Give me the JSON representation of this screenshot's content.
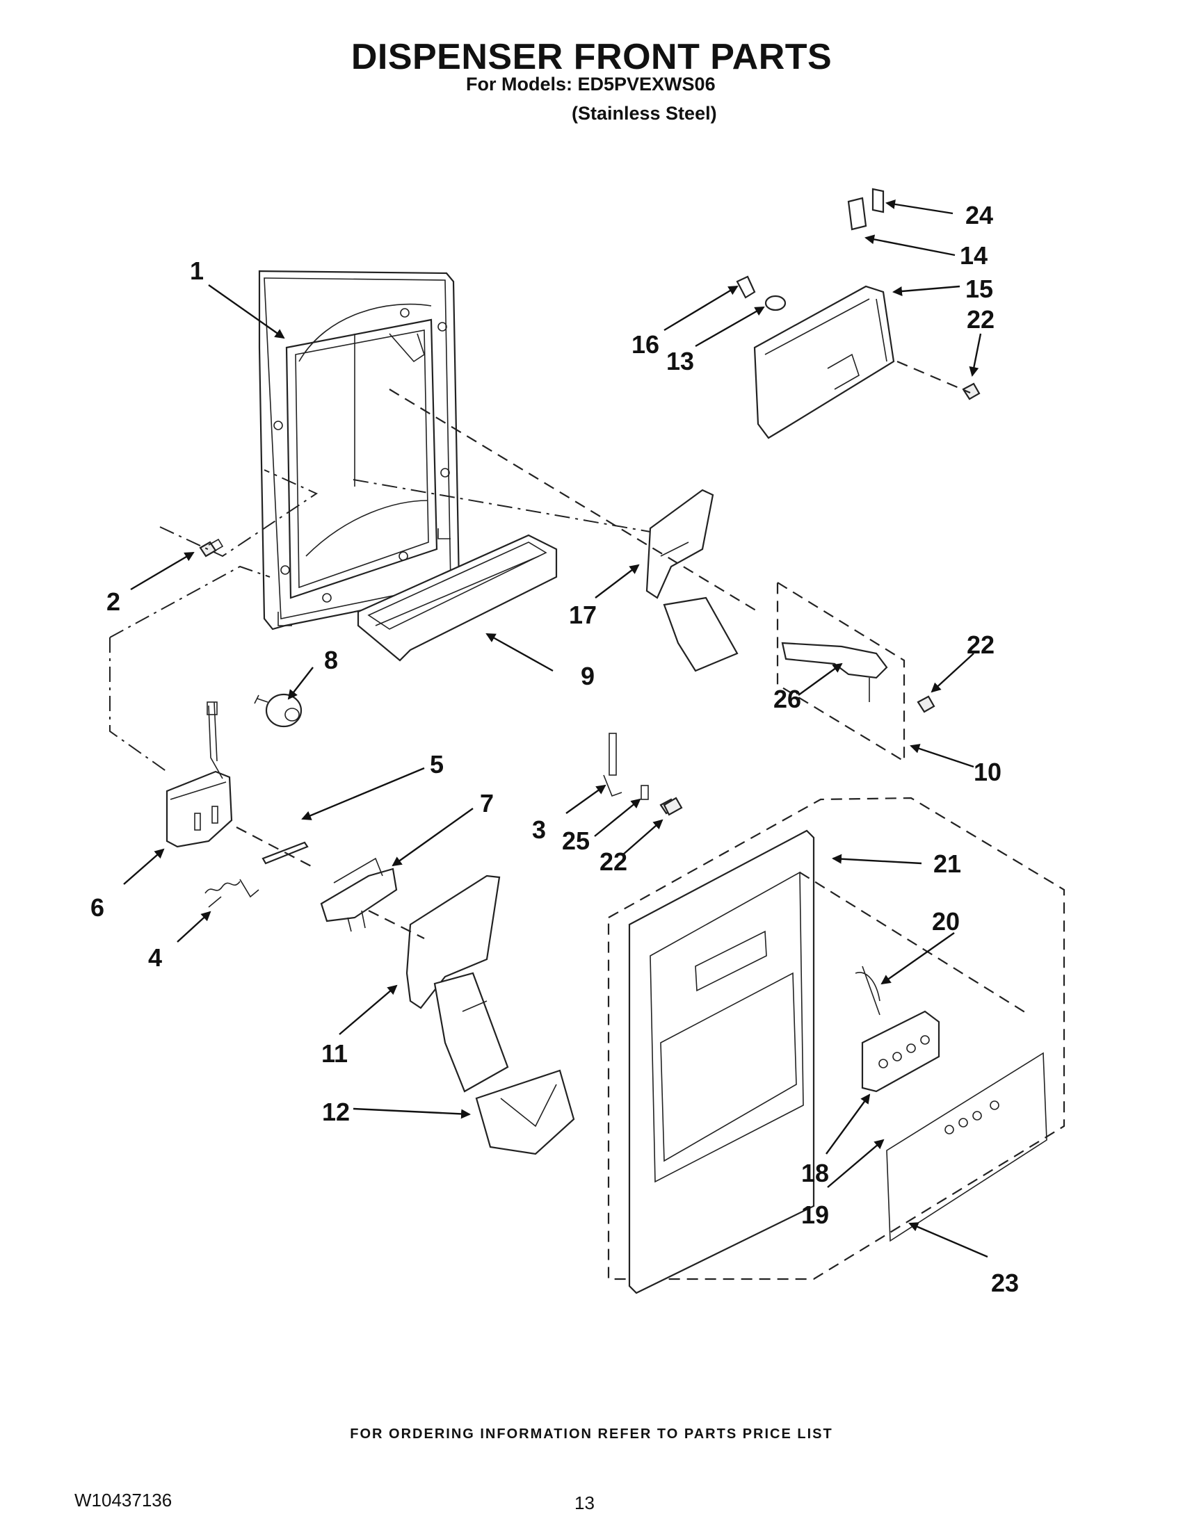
{
  "header": {
    "title": "DISPENSER FRONT PARTS",
    "models_line": "For Models: ED5PVEXWS06",
    "finish": "(Stainless Steel)"
  },
  "callouts": [
    "1",
    "2",
    "3",
    "4",
    "5",
    "6",
    "7",
    "8",
    "9",
    "10",
    "11",
    "12",
    "13",
    "14",
    "15",
    "16",
    "17",
    "18",
    "19",
    "20",
    "21",
    "22",
    "22",
    "22",
    "23",
    "24",
    "25",
    "26"
  ],
  "footer": {
    "ordering_note": "FOR ORDERING INFORMATION REFER TO PARTS PRICE LIST",
    "document_number": "W10437136",
    "page_number": "13"
  }
}
